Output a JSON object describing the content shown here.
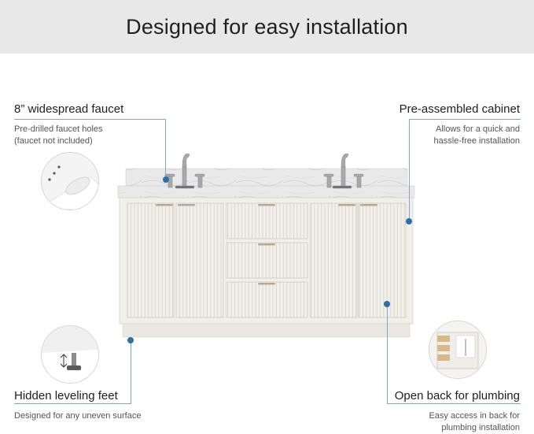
{
  "header": {
    "title": "Designed for easy installation"
  },
  "features": {
    "faucet": {
      "title": "8” widespread faucet",
      "desc_line1": "Pre-drilled faucet holes",
      "desc_line2": "(faucet not included)"
    },
    "cabinet": {
      "title": "Pre-assembled cabinet",
      "desc_line1": "Allows for a quick and",
      "desc_line2": "hassle-free installation"
    },
    "feet": {
      "title": "Hidden leveling feet",
      "desc_line1": "Designed for any uneven surface"
    },
    "back": {
      "title": "Open back for plumbing",
      "desc_line1": "Easy access in back for",
      "desc_line2": "plumbing installation"
    }
  },
  "colors": {
    "accent": "#2f6fa8",
    "leader": "#7fa8c6",
    "cabinet": "#f1efea",
    "banner": "#e8e8e8"
  }
}
